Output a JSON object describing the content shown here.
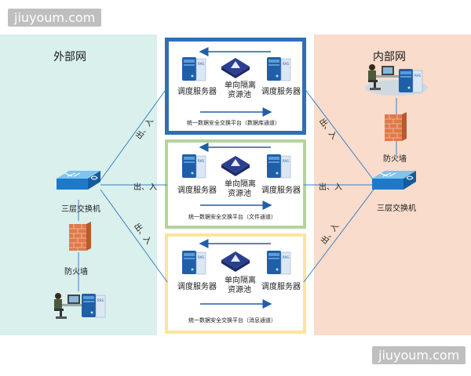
{
  "watermark": {
    "top_left": "jiuyoum.com",
    "bottom_right": "jiuyoum.com"
  },
  "external": {
    "title": "外部网",
    "switch_label": "三层交换机",
    "firewall_label": "防火墙"
  },
  "internal": {
    "title": "内部网",
    "switch_label": "三层交换机",
    "firewall_label": "防火墙"
  },
  "channels": [
    {
      "left_server": "调度服务器",
      "pool": "单向隔离资源池",
      "pool_line1": "单向隔离",
      "pool_line2": "资源池",
      "right_server": "调度服务器",
      "platform": "统一数据安全交换平台（数据库通道）",
      "border_color": "#2e6fb7"
    },
    {
      "left_server": "调度服务器",
      "pool": "单向隔离资源池",
      "pool_line1": "单向隔离",
      "pool_line2": "资源池",
      "right_server": "调度服务器",
      "platform": "统一数据安全交换平台（文件通道）",
      "border_color": "#b5d39c"
    },
    {
      "left_server": "调度服务器",
      "pool": "单向隔离资源池",
      "pool_line1": "单向隔离",
      "pool_line2": "资源池",
      "right_server": "调度服务器",
      "platform": "统一数据安全交换平台（消息通道）",
      "border_color": "#fbe59a"
    }
  ],
  "link_labels": {
    "left": "出、入",
    "right": "出、入"
  },
  "colors": {
    "external_bg": "#d9f0ec",
    "internal_bg": "#f9dccb",
    "link": "#3a7fc4",
    "server": "#1f5fa8",
    "firewall": "#e07a4a"
  }
}
